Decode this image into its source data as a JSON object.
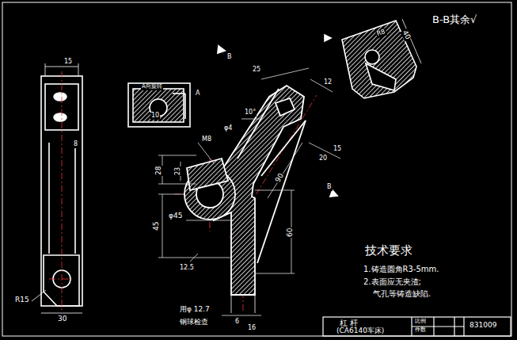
{
  "diagram": {
    "labels": [
      "B-B其余√",
      "40",
      "R8",
      "A向旋转",
      "10",
      "15",
      "8",
      "R15",
      "30",
      "10°",
      "φ4",
      "M8",
      "28",
      "23",
      "φ45",
      "45",
      "60",
      "90",
      "25",
      "12",
      "20",
      "15",
      "12.5",
      "6",
      "16",
      "用φ 12.7",
      "钢球检查",
      "B",
      "B",
      "A",
      "技术要求",
      "1.铸造圆角R3-5mm.",
      "2.表面应无夹渣;",
      "气孔等铸造缺陷.",
      "杠 杆",
      "(CA6140车床)",
      "比例",
      "件数",
      "831009"
    ]
  }
}
